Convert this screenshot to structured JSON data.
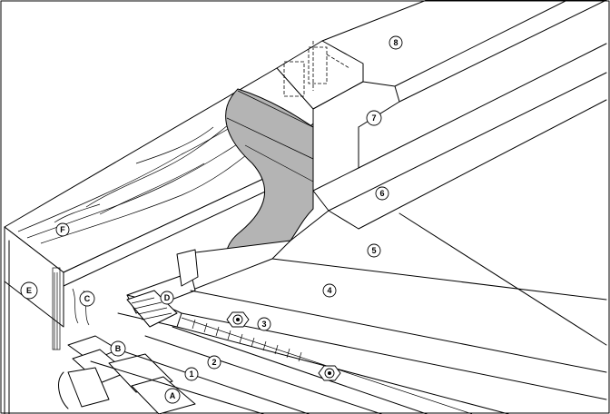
{
  "callouts": {
    "c8": "8",
    "c7": "7",
    "c6": "6",
    "c5": "5",
    "c4": "4",
    "c3": "3",
    "c2": "2",
    "c1": "1",
    "cF": "F",
    "cE": "E",
    "cC": "C",
    "cD": "D",
    "cB": "B",
    "cA": "A"
  },
  "colors": {
    "line": "#000000",
    "flashing_fill": "#b4b4b4",
    "background": "#ffffff"
  }
}
